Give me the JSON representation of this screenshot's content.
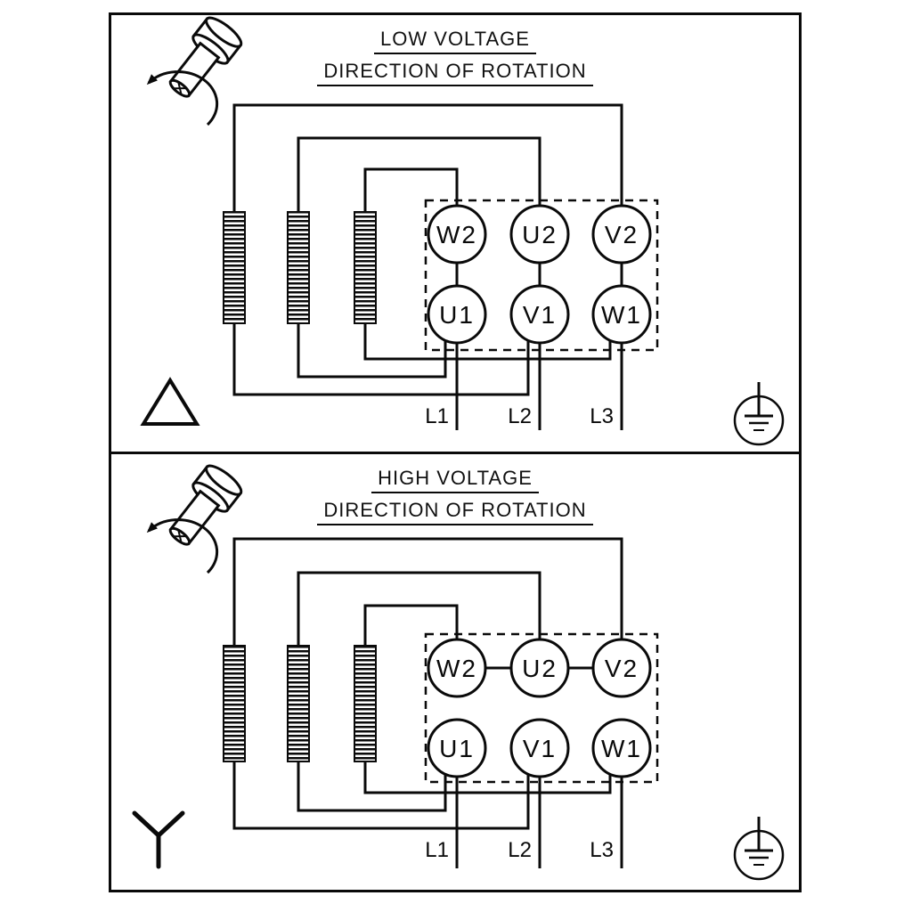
{
  "colors": {
    "background": "#ffffff",
    "line": "#0a0a0a"
  },
  "panels": [
    {
      "title": "LOW VOLTAGE",
      "subtitle": "DIRECTION OF ROTATION",
      "connection": "delta",
      "icons": [
        "rotation-direction-icon",
        "delta-icon",
        "ground-icon"
      ],
      "terminals": {
        "top_row": [
          "W2",
          "U2",
          "V2"
        ],
        "bottom_row": [
          "U1",
          "V1",
          "W1"
        ]
      },
      "leads": [
        "L1",
        "L2",
        "L3"
      ]
    },
    {
      "title": "HIGH VOLTAGE",
      "subtitle": "DIRECTION OF ROTATION",
      "connection": "star",
      "icons": [
        "rotation-direction-icon",
        "star-icon",
        "ground-icon"
      ],
      "terminals": {
        "top_row": [
          "W2",
          "U2",
          "V2"
        ],
        "bottom_row": [
          "U1",
          "V1",
          "W1"
        ]
      },
      "leads": [
        "L1",
        "L2",
        "L3"
      ]
    }
  ]
}
